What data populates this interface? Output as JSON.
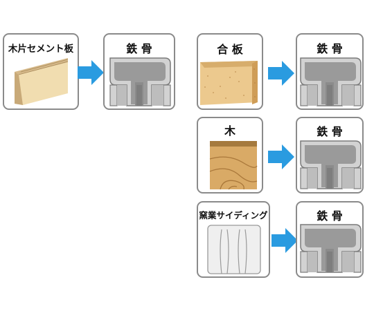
{
  "panels": {
    "wood_cement_board": {
      "label": "木片セメント板"
    },
    "plywood": {
      "label": "合 板"
    },
    "wood": {
      "label": "木"
    },
    "ceramic_siding": {
      "label": "窯業サイディング"
    },
    "steel": {
      "label": "鉄 骨"
    }
  },
  "colors": {
    "panel_border": "#8a8a8a",
    "panel_fill": "#ffffff",
    "arrow": "#2a9be0",
    "steel_fill": "#c9c9c9",
    "steel_dark": "#8f8f8f",
    "board_fill": "#f1ddb0",
    "plywood_fill": "#ecc98e",
    "wood_fill": "#d9aa66",
    "wood_top": "#a57a3e",
    "siding_fill": "#efefef"
  },
  "icons": [
    "arrow-right-icon",
    "steel-beam-icon",
    "board-icon",
    "plywood-icon",
    "wood-block-icon",
    "siding-icon"
  ]
}
